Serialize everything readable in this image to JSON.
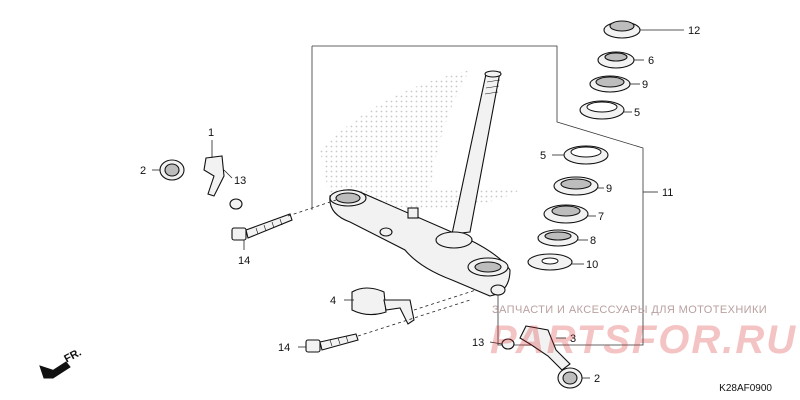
{
  "callouts": [
    {
      "id": "c1",
      "text": "1"
    },
    {
      "id": "c2a",
      "text": "2"
    },
    {
      "id": "c13a",
      "text": "13"
    },
    {
      "id": "c14a",
      "text": "14"
    },
    {
      "id": "c4",
      "text": "4"
    },
    {
      "id": "c14b",
      "text": "14"
    },
    {
      "id": "c13b",
      "text": "13"
    },
    {
      "id": "c3",
      "text": "3"
    },
    {
      "id": "c2b",
      "text": "2"
    },
    {
      "id": "c12",
      "text": "12"
    },
    {
      "id": "c6",
      "text": "6"
    },
    {
      "id": "c9a",
      "text": "9"
    },
    {
      "id": "c5a",
      "text": "5"
    },
    {
      "id": "c5b",
      "text": "5"
    },
    {
      "id": "c9b",
      "text": "9"
    },
    {
      "id": "c11",
      "text": "11"
    },
    {
      "id": "c7",
      "text": "7"
    },
    {
      "id": "c8",
      "text": "8"
    },
    {
      "id": "c10",
      "text": "10"
    }
  ],
  "direction_label": "FR.",
  "diagram_code": "K28AF0900",
  "watermark_text": "ЗАПЧАСТИ И АКСЕССУАРЫ ДЛЯ МОТОТЕХНИКИ",
  "watermark_logo": "PARTSFOR.RU",
  "colors": {
    "line": "#111111",
    "fill": "#f2f2f2",
    "dark": "#bdbdbd",
    "watermark": "#d62828"
  }
}
